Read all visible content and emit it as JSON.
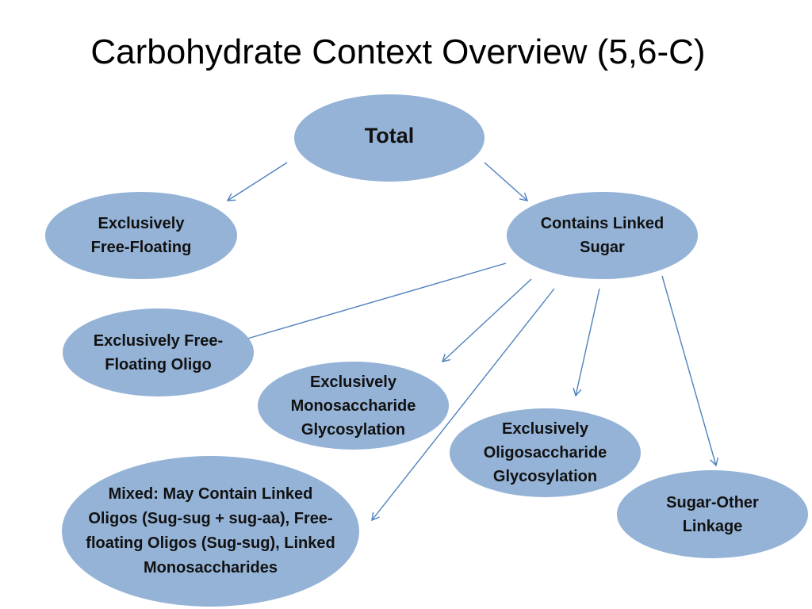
{
  "title": "Carbohydrate Context Overview (5,6-C)",
  "colors": {
    "node_fill": "#95B3D7",
    "edge": "#4F81BD",
    "text": "#111111"
  },
  "nodes": {
    "total": "Total",
    "free_floating": "Exclusively\nFree-Floating",
    "linked_sugar": "Contains Linked\nSugar",
    "free_oligo": "Exclusively Free-\nFloating Oligo",
    "mono_glyco": "Exclusively\nMonosaccharide\nGlycosylation",
    "oligo_glyco": "Exclusively\nOligosaccharide\nGlycosylation",
    "mixed": "Mixed: May Contain Linked\nOligos (Sug-sug + sug-aa), Free-\nfloating Oligos (Sug-sug), Linked\nMonosaccharides",
    "sugar_other": "Sugar-Other\nLinkage"
  }
}
